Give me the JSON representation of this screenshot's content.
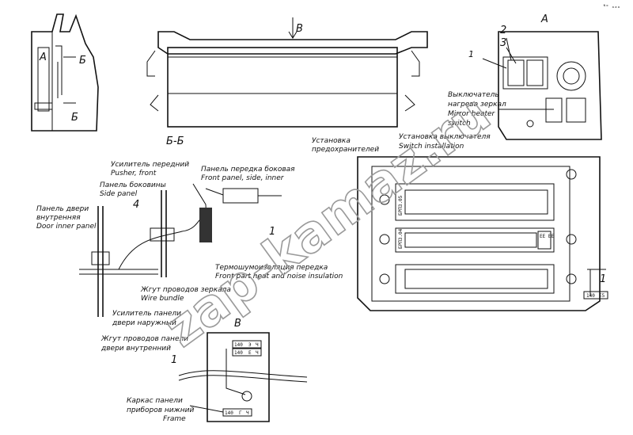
{
  "corner_mark": "ᴺᵒ ₐₐₐ",
  "view_labels": {
    "a_left": "А",
    "b_top_left": "Б",
    "b_bottom_left": "Б",
    "v_top": "В",
    "a_view": "А",
    "bb_section": "Б-Б",
    "v_view": "В"
  },
  "numbers": {
    "n1_switch": "1",
    "n2": "2",
    "n3": "3",
    "n4": "4",
    "n1_section": "1",
    "n1_fuse": "1",
    "n1_view_v": "1"
  },
  "callouts": {
    "mirror_switch_ru1": "Выключатель",
    "mirror_switch_ru2": "нагрева зеркал",
    "mirror_switch_en1": "Mirror heater",
    "mirror_switch_en2": "switch",
    "switch_install_ru": "Установка выключателя",
    "switch_install_en": "Switch installation",
    "fuse_install_ru1": "Установка",
    "fuse_install_ru2": "предохранителей",
    "pusher_ru": "Усилитель передний",
    "pusher_en": "Pusher, front",
    "side_panel_ru": "Панель боковины",
    "side_panel_en": "Side panel",
    "front_side_ru": "Панель передка боковая",
    "front_side_en": "Front panel, side, inner",
    "door_inner_ru1": "Панель двери",
    "door_inner_ru2": "внутренняя",
    "door_inner_en": "Door inner panel",
    "insulation_ru": "Термошумоизоляция передка",
    "insulation_en": "Front part heat and noise insulation",
    "wire_ru": "Жгут проводов зеркала",
    "wire_en": "Wire bundle",
    "outer_pusher_ru1": "Усилитель панели",
    "outer_pusher_ru2": "двери наружный",
    "inner_wire_ru1": "Жгут проводов панели",
    "inner_wire_ru2": "двери внутренний",
    "frame_ru1": "Каркас панели",
    "frame_ru2": "приборов нижний",
    "frame_en": "Frame"
  },
  "fuse_blocks": {
    "top": "БРП3.05",
    "middle": "БРП3.04",
    "side_code": "ЕЕ ЕЕ"
  },
  "tags": {
    "fuse_tag_a": "140",
    "fuse_tag_b": "Е5",
    "v_tag1_a": "140",
    "v_tag1_b": "Э",
    "v_tag1_c": "Ч",
    "v_tag2_a": "140",
    "v_tag2_b": "Е",
    "v_tag2_c": "Ч",
    "v_tag3_a": "140",
    "v_tag3_b": "Г",
    "v_tag3_c": "Ч"
  },
  "watermark": "zap-kamaz.ru"
}
